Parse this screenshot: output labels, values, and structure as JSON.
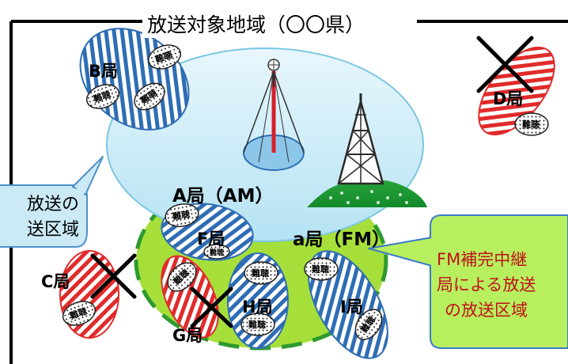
{
  "title": "放送対象地域（〇〇県）",
  "nancho": "難聴",
  "stations": {
    "A": "A局（AM）",
    "a": "a局（FM）",
    "B": "B局",
    "C": "C局",
    "D": "D局",
    "F": "F局",
    "G": "G局",
    "H": "H局",
    "I": "I局"
  },
  "callouts": {
    "am_area": [
      "放送の",
      "送区域"
    ],
    "fm_area": [
      "FM補完中継",
      "局による放送",
      "の放送区域"
    ]
  },
  "colors": {
    "am_area": "#bfe7f5",
    "fm_area": "#a6df3a",
    "blue_station": "#2e6db4",
    "red_station": "#e02b2b"
  }
}
